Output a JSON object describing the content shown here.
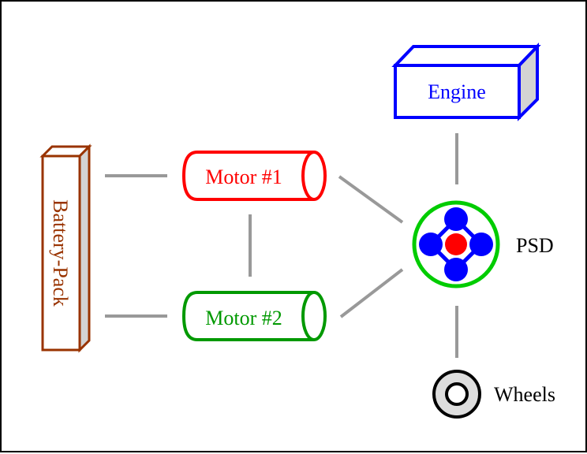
{
  "diagram": {
    "title": "",
    "nodes": {
      "engine": {
        "label": "Engine",
        "color": "#0000ff",
        "shape": "3d-box"
      },
      "battery": {
        "label": "Battery-Pack",
        "color": "#993300",
        "shape": "3d-box-vertical"
      },
      "motor1": {
        "label": "Motor #1",
        "color": "#ff0000",
        "shape": "cylinder"
      },
      "motor2": {
        "label": "Motor #2",
        "color": "#009900",
        "shape": "cylinder"
      },
      "psd": {
        "label": "PSD",
        "ring_color": "#00cc00",
        "planet_color": "#0000ff",
        "sun_color": "#ff0000",
        "shape": "planetary-gear"
      },
      "wheels": {
        "label": "Wheels",
        "color": "#000000",
        "fill": "#dddddd",
        "shape": "wheel"
      }
    },
    "connections": [
      {
        "from": "battery",
        "to": "motor1"
      },
      {
        "from": "battery",
        "to": "motor2"
      },
      {
        "from": "motor1",
        "to": "motor2"
      },
      {
        "from": "motor1",
        "to": "psd"
      },
      {
        "from": "motor2",
        "to": "psd"
      },
      {
        "from": "engine",
        "to": "psd"
      },
      {
        "from": "psd",
        "to": "wheels"
      }
    ],
    "connector_color": "#999999",
    "side_face_color": "#d3d3d3"
  }
}
